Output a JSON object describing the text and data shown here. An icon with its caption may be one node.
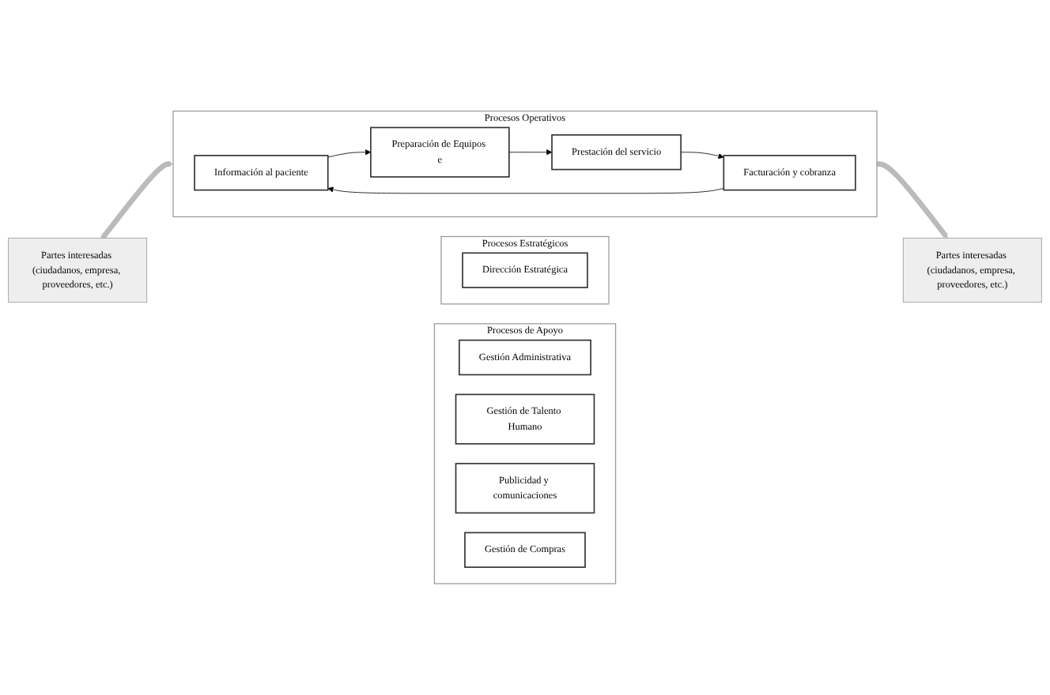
{
  "diagram": {
    "nodes": [
      {
        "text": [
          "Partes interesadas (ciudadanos, empresa, proveedores, etc.)"
        ]
      },
      {
        "text": [
          "Procesos Estratégicos"
        ]
      },
      {
        "text": [
          "Dirección Estratégica"
        ],
        "in": 1
      },
      {
        "text": [
          "Procesos Operativos"
        ]
      },
      {
        "text": [
          "Información al paciente"
        ],
        "in": 3
      },
      {
        "text": [
          "Preparación de Equipos e"
        ],
        "in": 3
      },
      {
        "text": [
          "Facturación y cobranza"
        ],
        "in": 3
      },
      {
        "text": [
          "Prestación del servicio"
        ],
        "in": 3
      },
      {
        "text": [
          "Procesos de Apoyo"
        ]
      },
      {
        "text": [
          "Gestión Administrativa"
        ],
        "in": 8
      },
      {
        "text": [
          "Gestión de Talento Humano"
        ],
        "in": 8
      },
      {
        "text": [
          "Publicidad y comunicaciones"
        ],
        "in": 8
      },
      {
        "text": [
          "Gestión de Compras"
        ],
        "in": 8
      },
      {
        "text": [
          "Partes interesadas (ciudadanos, empresa, proveedores, etc.)"
        ]
      }
    ],
    "edges": [
      {
        "from": 0,
        "to": 3,
        "arrow": "to",
        "style": "thick",
        "color": "#bbbbbb"
      },
      {
        "from": 4,
        "to": 5,
        "arrow": "to"
      },
      {
        "from": 5,
        "to": 7,
        "arrow": "to"
      },
      {
        "from": 7,
        "to": 6,
        "arrow": "to"
      },
      {
        "from": 6,
        "to": 4,
        "arrow": "to"
      },
      {
        "from": 3,
        "to": 13,
        "arrow": "to",
        "style": "thick",
        "color": "#bbbbbb"
      }
    ]
  }
}
